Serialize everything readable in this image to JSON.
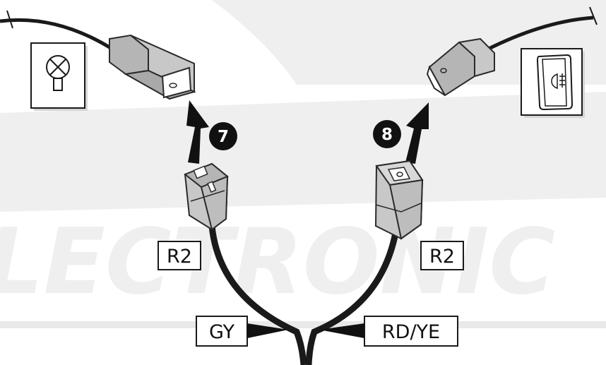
{
  "steps": [
    {
      "number": "7"
    },
    {
      "number": "8"
    }
  ],
  "connector_labels": {
    "left": "R2",
    "right": "R2"
  },
  "wire_labels": {
    "left": "GY",
    "right": "RD/YE"
  },
  "icons": {
    "left_box": "bulb-icon",
    "right_box": "fog-light-switch-icon"
  },
  "watermark": {
    "text": "LECTRONIC",
    "color": "#e9e9e9"
  },
  "colors": {
    "cable": "#1a1a1a",
    "connector_fill": "#c8c8c8",
    "connector_stroke": "#2a2a2a",
    "arrow": "#111111"
  }
}
